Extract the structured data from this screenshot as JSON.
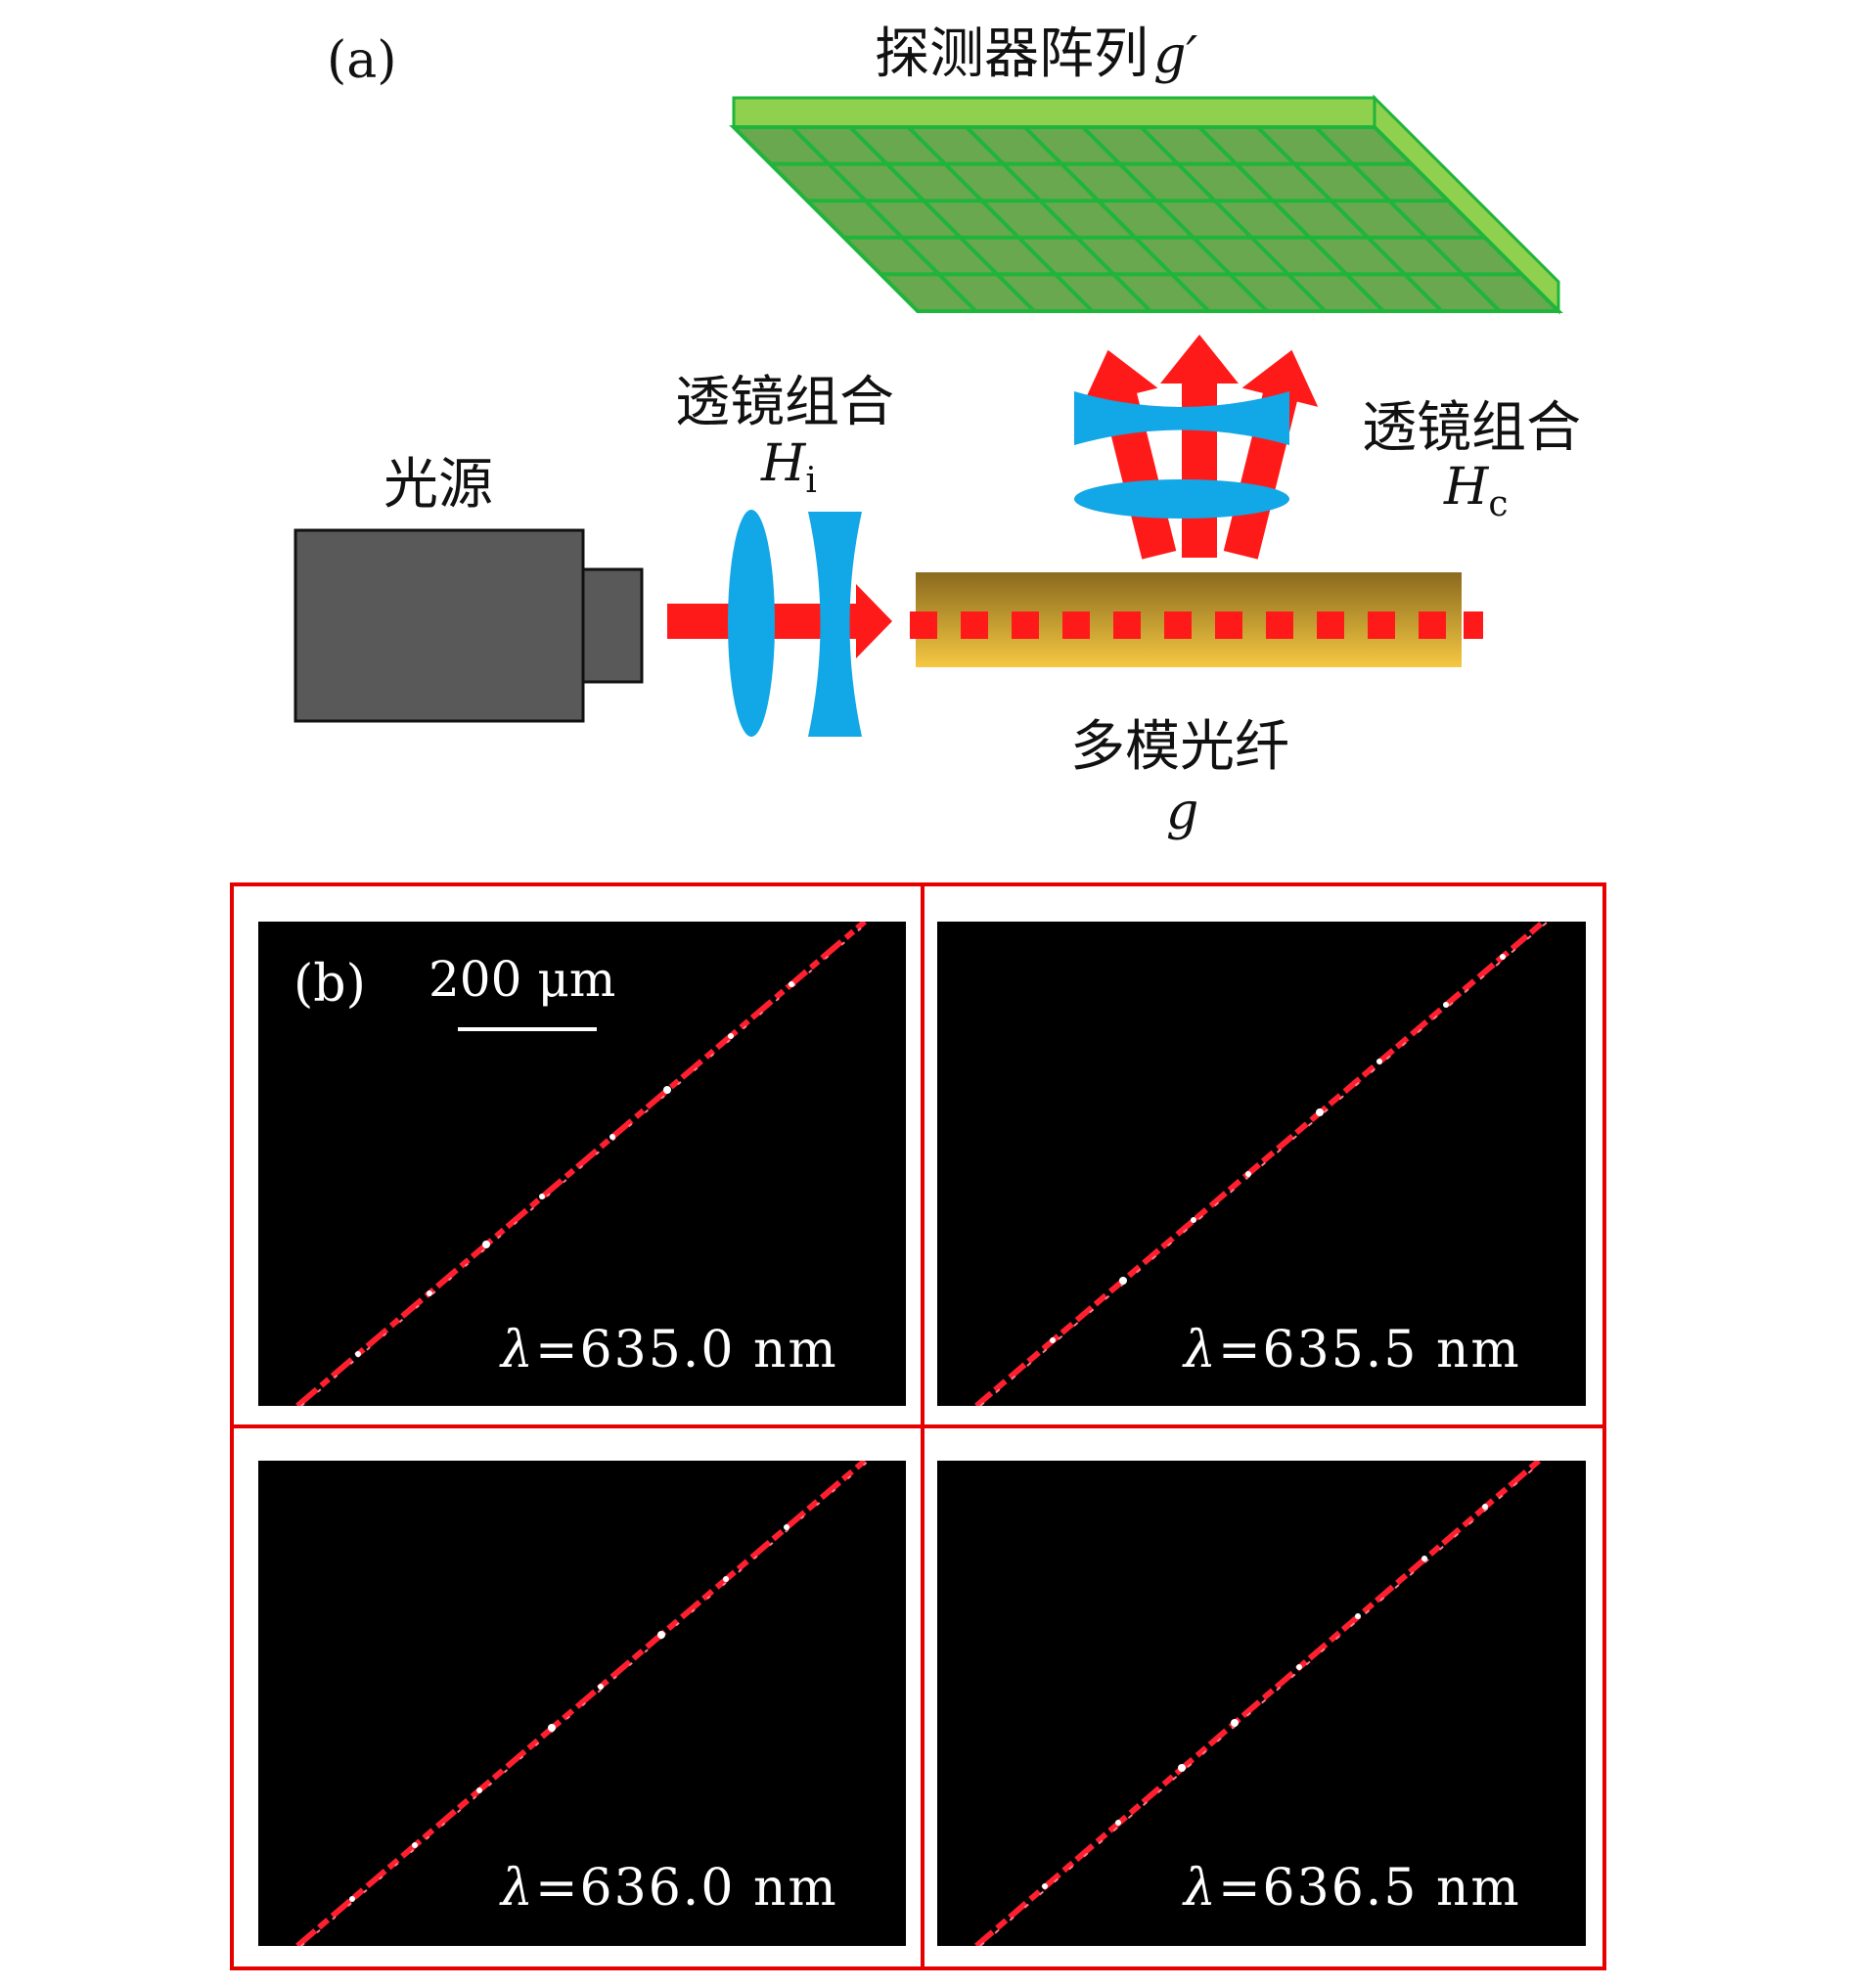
{
  "panel_a": {
    "tag": "(a)",
    "detector_label": "探测器阵列",
    "detector_symbol": "g′",
    "source_label": "光源",
    "input_lens_label": "透镜组合",
    "input_lens_symbol": "H",
    "input_lens_sub": "i",
    "collect_lens_label": "透镜组合",
    "collect_lens_symbol": "H",
    "collect_lens_sub": "c",
    "fiber_label": "多模光纤",
    "fiber_symbol": "g",
    "colors": {
      "detector": "#6aa84f",
      "detector_grid": "#1fb53a",
      "source": "#595959",
      "lens": "#12a7e6",
      "beam": "#ff1a1a",
      "fiber_top": "#8a6a1e",
      "fiber_bottom": "#f5c842"
    }
  },
  "panel_b": {
    "tag": "(b)",
    "scale_bar": "200 μm",
    "frame_color": "#e60000",
    "images": [
      {
        "lambda": "λ",
        "eq": "=",
        "value": "635.0 nm"
      },
      {
        "lambda": "λ",
        "eq": "=",
        "value": "635.5 nm"
      },
      {
        "lambda": "λ",
        "eq": "=",
        "value": "636.0 nm"
      },
      {
        "lambda": "λ",
        "eq": "=",
        "value": "636.5 nm"
      }
    ]
  }
}
